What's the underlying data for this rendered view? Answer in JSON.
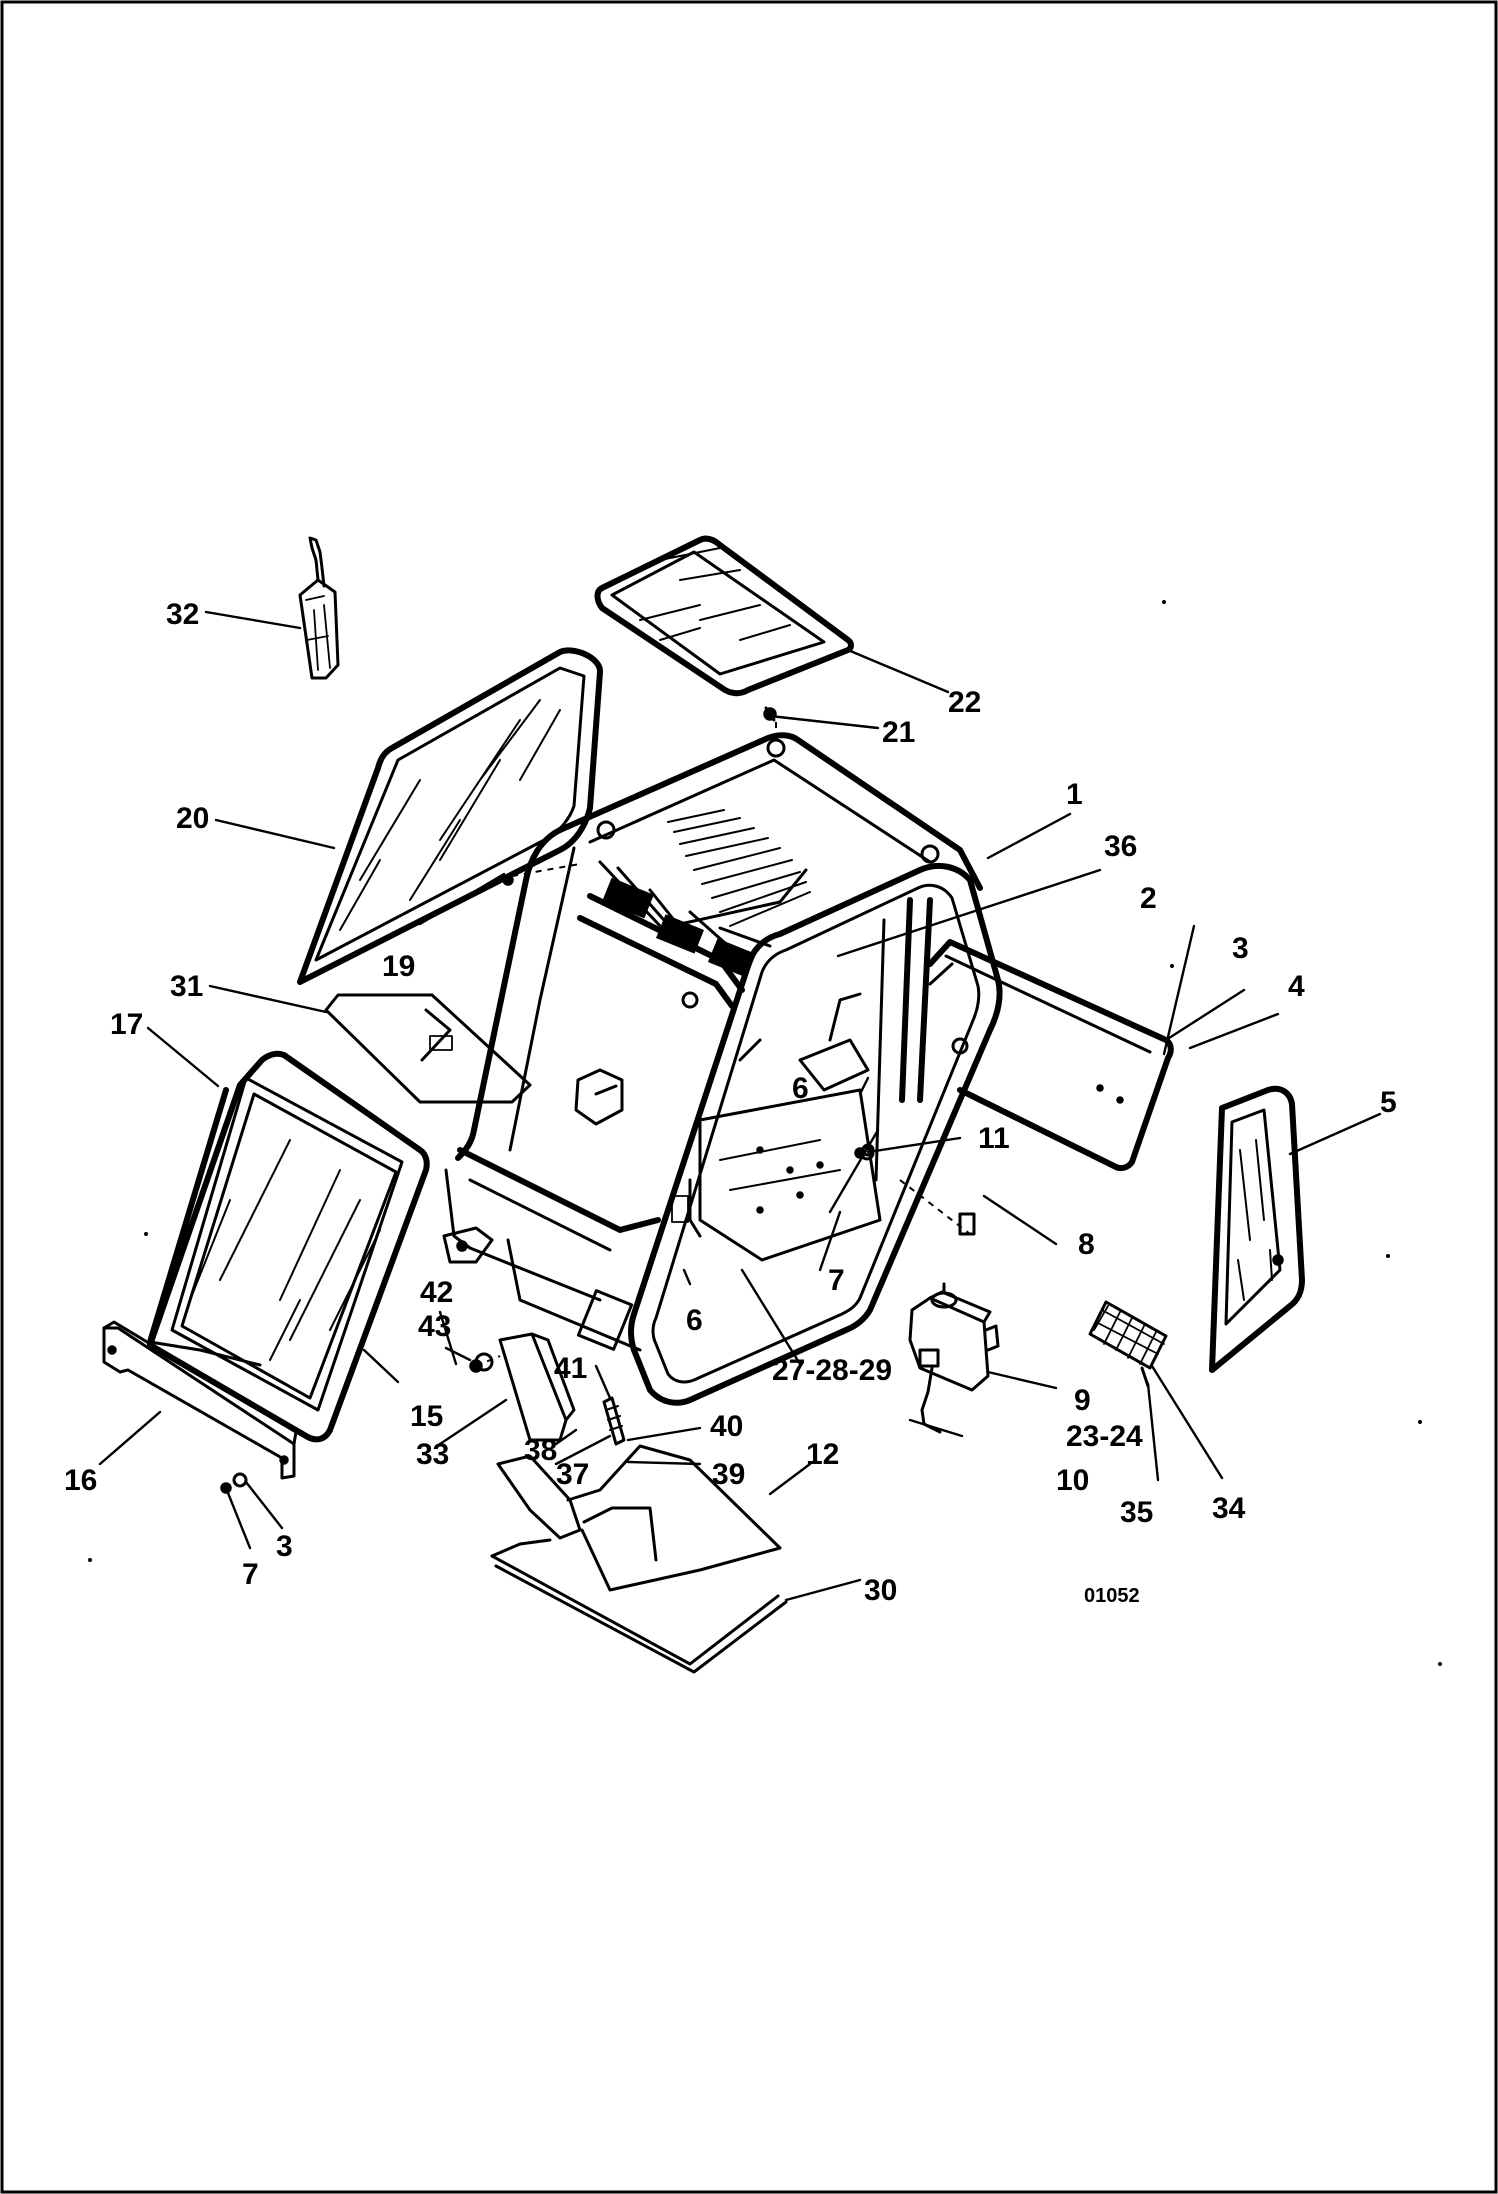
{
  "drawing": {
    "reference_number": "01052",
    "callouts": {
      "c1": "1",
      "c2": "2",
      "c3a": "3",
      "c3b": "3",
      "c4": "4",
      "c5": "5",
      "c6a": "6",
      "c6b": "6",
      "c7a": "7",
      "c7b": "7",
      "c8": "8",
      "c9": "9",
      "c10": "10",
      "c11": "11",
      "c12": "12",
      "c15": "15",
      "c16": "16",
      "c17": "17",
      "c19": "19",
      "c20": "20",
      "c21": "21",
      "c22": "22",
      "c23_24": "23-24",
      "c27_28_29": "27-28-29",
      "c30": "30",
      "c31": "31",
      "c32": "32",
      "c33": "33",
      "c34": "34",
      "c35": "35",
      "c36": "36",
      "c37": "37",
      "c38": "38",
      "c39": "39",
      "c40": "40",
      "c41": "41",
      "c42": "42",
      "c43": "43"
    }
  }
}
